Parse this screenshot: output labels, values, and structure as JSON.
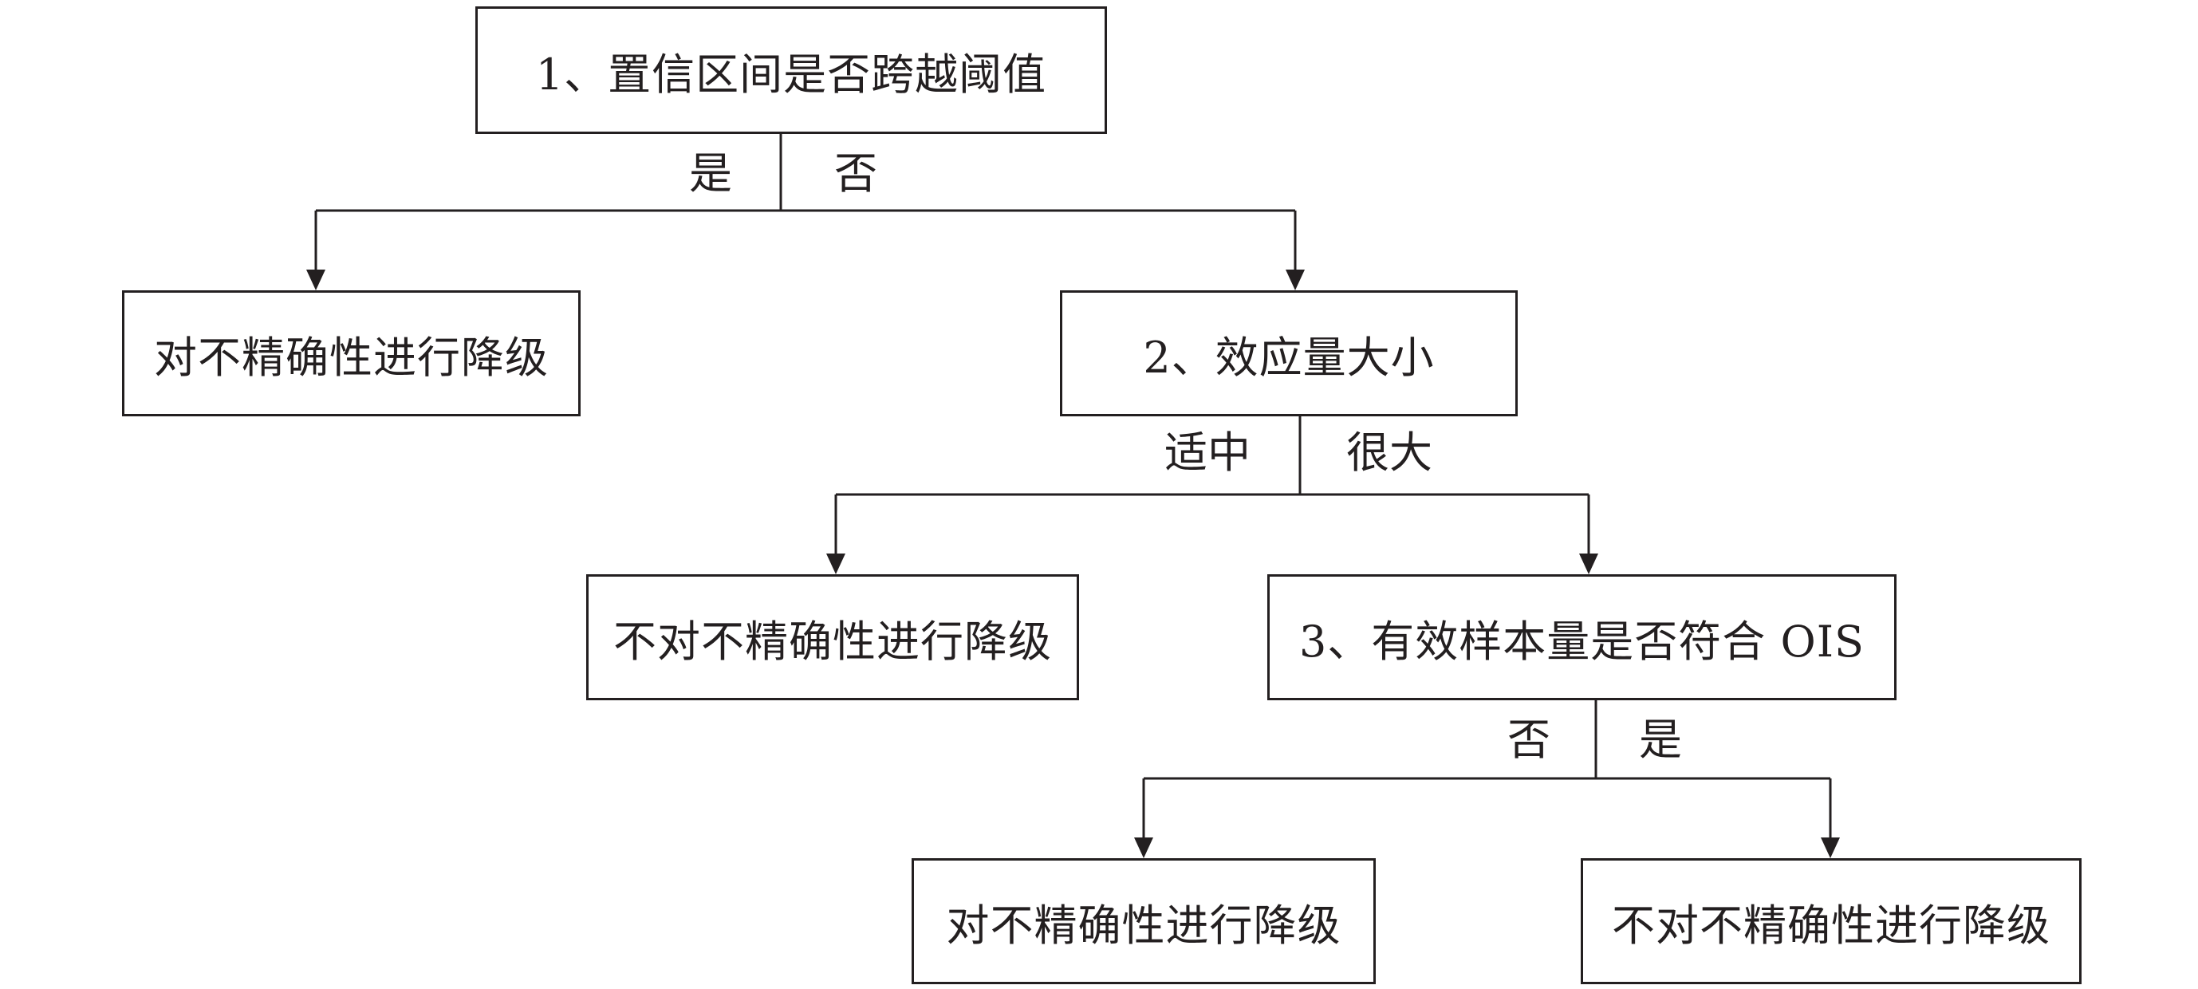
{
  "nodes": {
    "q1": "1、置信区间是否跨越阈值",
    "r1_yes": "对不精确性进行降级",
    "q2": "2、效应量大小",
    "r2_moderate": "不对不精确性进行降级",
    "q3": "3、有效样本量是否符合 OIS",
    "r3_no": "对不精确性进行降级",
    "r3_yes": "不对不精确性进行降级"
  },
  "edges": {
    "q1_yes": "是",
    "q1_no": "否",
    "q2_moderate": "适中",
    "q2_large": "很大",
    "q3_no": "否",
    "q3_yes": "是"
  },
  "colors": {
    "line": "#231f20",
    "text": "#231f20",
    "background": "#ffffff"
  }
}
